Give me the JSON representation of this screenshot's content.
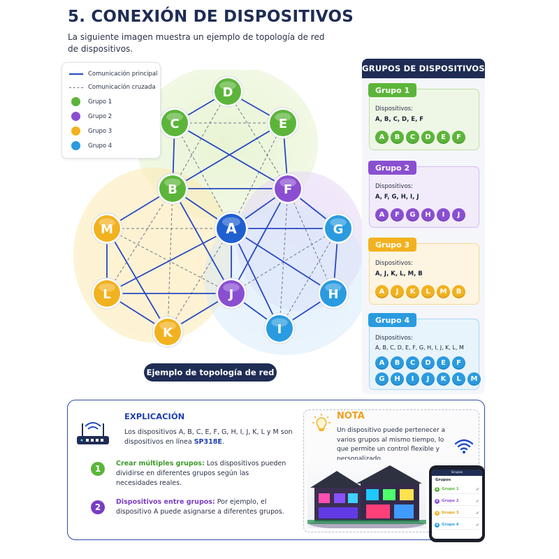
{
  "header": {
    "title": "5. CONEXIÓN DE DISPOSITIVOS",
    "subtitle": "La siguiente imagen muestra un ejemplo de topología de red de dispositivos."
  },
  "legend": {
    "main_link": "Comunicación principal",
    "cross_link": "Comunicación cruzada",
    "groups": [
      {
        "label": "Grupo 1",
        "color": "#5cb53a"
      },
      {
        "label": "Grupo 2",
        "color": "#8a4fd1"
      },
      {
        "label": "Grupo 3",
        "color": "#f2b21f"
      },
      {
        "label": "Grupo 4",
        "color": "#2a9be0"
      }
    ]
  },
  "network": {
    "caption": "Ejemplo de topología de red",
    "nodes": [
      {
        "id": "D",
        "color": "#5cb53a"
      },
      {
        "id": "C",
        "color": "#5cb53a"
      },
      {
        "id": "E",
        "color": "#5cb53a"
      },
      {
        "id": "B",
        "color": "#5cb53a"
      },
      {
        "id": "F",
        "color": "#8a4fd1"
      },
      {
        "id": "A",
        "color": "#1f5fd0"
      },
      {
        "id": "G",
        "color": "#2a9be0"
      },
      {
        "id": "M",
        "color": "#f2b21f"
      },
      {
        "id": "L",
        "color": "#f2b21f"
      },
      {
        "id": "J",
        "color": "#8a4fd1"
      },
      {
        "id": "H",
        "color": "#2a9be0"
      },
      {
        "id": "K",
        "color": "#f2b21f"
      },
      {
        "id": "I",
        "color": "#2a9be0"
      }
    ]
  },
  "groups_panel": {
    "title": "GRUPOS DE DISPOSITIVOS",
    "devices_label": "Dispositivos:",
    "groups": [
      {
        "name": "Grupo 1",
        "members": "A, B, C, D, E, F",
        "badges": [
          "A",
          "B",
          "C",
          "D",
          "E",
          "F"
        ],
        "color": "#5cb53a",
        "bg": "#eef7e6",
        "border": "#bfe0a6"
      },
      {
        "name": "Grupo 2",
        "members": "A, F, G, H, I, J",
        "badges": [
          "A",
          "F",
          "G",
          "H",
          "I",
          "J"
        ],
        "color": "#8a4fd1",
        "bg": "#f2ebfa",
        "border": "#d3bdef"
      },
      {
        "name": "Grupo 3",
        "members": "A, J, K, L, M, B",
        "badges": [
          "A",
          "J",
          "K",
          "L",
          "M",
          "B"
        ],
        "color": "#f2b21f",
        "bg": "#fdf5e2",
        "border": "#f3d993"
      },
      {
        "name": "Grupo 4",
        "members": "A, B, C, D, E, F, G, H, I, J, K, L, M",
        "badges": [
          "A",
          "B",
          "C",
          "D",
          "E",
          "F",
          "G",
          "H",
          "I",
          "J",
          "K",
          "L",
          "M"
        ],
        "color": "#2a9be0",
        "bg": "#e8f4fc",
        "border": "#a9d6f3"
      }
    ]
  },
  "explanation": {
    "title": "EXPLICACIÓN",
    "intro": "Los dispositivos A, B, C, E, F, G, H, I, J, K, L y M son dispositivos en línea",
    "model": "SP318E",
    "dot": ".",
    "steps": [
      {
        "num": "1",
        "title": "Crear múltiples grupos:",
        "text": "Los dispositivos pueden dividirse en diferentes grupos según las necesidades reales.",
        "color": "#5cb53a"
      },
      {
        "num": "2",
        "title": "Dispositivos entre grupos:",
        "text": "Por ejemplo, el dispositivo A puede asignarse a diferentes grupos.",
        "color": "#7a3cc2"
      }
    ]
  },
  "note": {
    "title": "NOTA",
    "text": "Un dispositivo puede pertenecer a varios grupos al mismo tiempo, lo que permite un control flexible y personalizado."
  },
  "phone": {
    "bar": "Grupos",
    "title": "Grupos",
    "rows": [
      {
        "num": "1",
        "label": "Grupo 1",
        "color": "#5cb53a"
      },
      {
        "num": "2",
        "label": "Grupo 2",
        "color": "#8a4fd1"
      },
      {
        "num": "3",
        "label": "Grupo 3",
        "color": "#f2b21f"
      },
      {
        "num": "4",
        "label": "Grupo 4",
        "color": "#2a9be0"
      }
    ]
  }
}
